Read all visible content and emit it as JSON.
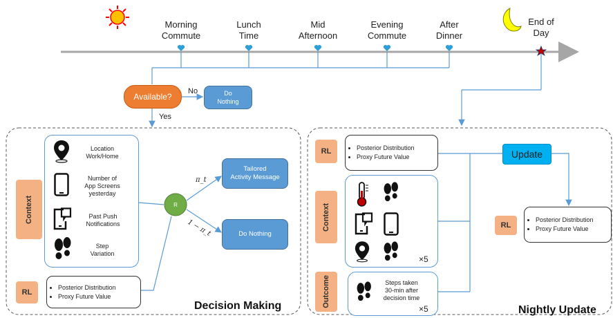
{
  "timeline": {
    "points": [
      {
        "label": "Morning\nCommute"
      },
      {
        "label": "Lunch\nTime"
      },
      {
        "label": "Mid\nAfternoon"
      },
      {
        "label": "Evening\nCommute"
      },
      {
        "label": "After\nDinner"
      },
      {
        "label": "End of\nDay"
      }
    ]
  },
  "decision": {
    "available_label": "Available?",
    "no_label": "No",
    "yes_label": "Yes",
    "do_nothing_top": "Do\nNothing"
  },
  "decision_making": {
    "title": "Decision Making",
    "context_tag": "Context",
    "rl_tag": "RL",
    "features": [
      {
        "text": "Location\nWork/Home",
        "icon": "location-pin-icon"
      },
      {
        "text": "Number of\nApp Screens\nyesterday",
        "icon": "phone-icon"
      },
      {
        "text": "Past Push\nNotifications",
        "icon": "push-notification-icon"
      },
      {
        "text": "Step\nVariation",
        "icon": "footprints-icon"
      }
    ],
    "rl_items": [
      "Posterior Distribution",
      "Proxy Future Value"
    ],
    "randomizer_label": "R",
    "pi_label": "π_t",
    "one_minus_pi_label": "1 − π_t",
    "tailored_label": "Tailored\nActivity Message",
    "do_nothing_label": "Do Nothing"
  },
  "nightly_update": {
    "title": "Nightly Update",
    "rl_tag": "RL",
    "context_tag": "Context",
    "outcome_tag": "Outcome",
    "rl_items": [
      "Posterior Distribution",
      "Proxy Future Value"
    ],
    "context_multiplier": "×5",
    "outcome_text": "Steps taken\n30-min after\ndecision time",
    "outcome_multiplier": "×5",
    "update_label": "Update",
    "result_rl_tag": "RL",
    "result_items": [
      "Posterior Distribution",
      "Proxy Future Value"
    ]
  },
  "colors": {
    "timeline": "#a6a6a6",
    "flow_blue": "#5b9bd5",
    "available_orange": "#ed7d31",
    "update_cyan": "#00b0f0",
    "randomizer_green": "#70ad47",
    "tag_peach": "#f4b183",
    "sun": "#ff0000",
    "moon": "#ffff00"
  }
}
